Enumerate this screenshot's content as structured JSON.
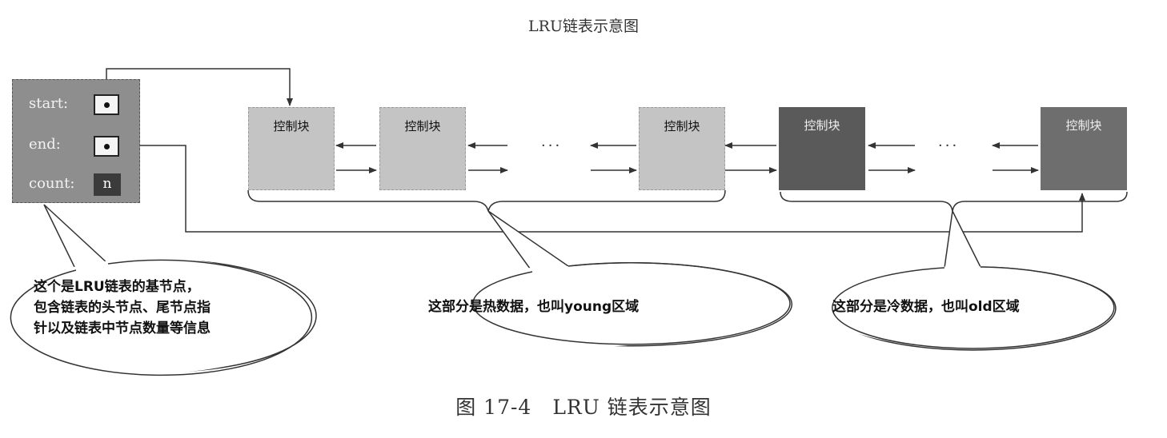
{
  "title": "LRU链表示意图",
  "caption": "图 17-4　LRU 链表示意图",
  "base_node": {
    "fields": [
      {
        "label": "start:",
        "value_kind": "pointer"
      },
      {
        "label": "end:",
        "value_kind": "pointer"
      },
      {
        "label": "count:",
        "value": "n"
      }
    ]
  },
  "control_blocks": [
    {
      "label": "控制块",
      "region": "young"
    },
    {
      "label": "控制块",
      "region": "young"
    },
    {
      "label": "控制块",
      "region": "young"
    },
    {
      "label": "控制块",
      "region": "old"
    },
    {
      "label": "控制块",
      "region": "old"
    }
  ],
  "ellipsis": "···",
  "callouts": {
    "base_node_lines": [
      "这个是LRU链表的基节点，",
      "包含链表的头节点、尾节点指",
      "针以及链表中节点数量等信息"
    ],
    "young": "这部分是热数据，也叫young区域",
    "old": "这部分是冷数据，也叫old区域"
  },
  "colors": {
    "young_block": "#c4c4c4",
    "old_block_1": "#5a5a5a",
    "old_block_2": "#6e6e6e",
    "base_node": "#8e8e8e",
    "line": "#333333"
  }
}
